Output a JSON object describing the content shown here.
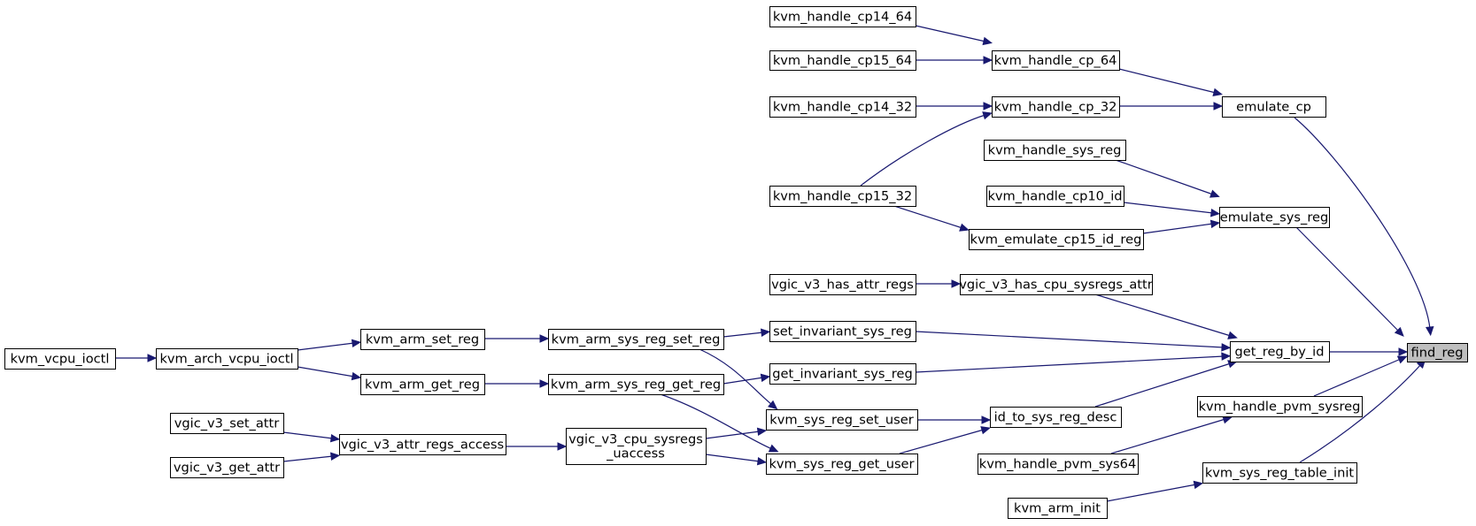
{
  "diagram": {
    "type": "call-graph",
    "colors": {
      "edge": "#191970",
      "root_fill": "#bfbfbf",
      "node_fill": "#ffffff",
      "border": "#000000"
    },
    "nodes": [
      {
        "id": "find_reg",
        "label": "find_reg",
        "root": true
      },
      {
        "id": "emulate_cp",
        "label": "emulate_cp"
      },
      {
        "id": "kvm_handle_cp_64",
        "label": "kvm_handle_cp_64"
      },
      {
        "id": "kvm_handle_cp14_64",
        "label": "kvm_handle_cp14_64"
      },
      {
        "id": "kvm_handle_cp15_64",
        "label": "kvm_handle_cp15_64"
      },
      {
        "id": "kvm_handle_cp_32",
        "label": "kvm_handle_cp_32"
      },
      {
        "id": "kvm_handle_cp14_32",
        "label": "kvm_handle_cp14_32"
      },
      {
        "id": "kvm_handle_cp15_32",
        "label": "kvm_handle_cp15_32"
      },
      {
        "id": "emulate_sys_reg",
        "label": "emulate_sys_reg"
      },
      {
        "id": "kvm_handle_sys_reg",
        "label": "kvm_handle_sys_reg"
      },
      {
        "id": "kvm_handle_cp10_id",
        "label": "kvm_handle_cp10_id"
      },
      {
        "id": "kvm_emulate_cp15_id_reg",
        "label": "kvm_emulate_cp15_id_reg"
      },
      {
        "id": "get_reg_by_id",
        "label": "get_reg_by_id"
      },
      {
        "id": "vgic_v3_has_cpu_sysregs_attr",
        "label": "vgic_v3_has_cpu_sysregs_attr"
      },
      {
        "id": "vgic_v3_has_attr_regs",
        "label": "vgic_v3_has_attr_regs"
      },
      {
        "id": "set_invariant_sys_reg",
        "label": "set_invariant_sys_reg"
      },
      {
        "id": "kvm_arm_sys_reg_set_reg",
        "label": "kvm_arm_sys_reg_set_reg"
      },
      {
        "id": "kvm_arm_set_reg",
        "label": "kvm_arm_set_reg"
      },
      {
        "id": "kvm_arch_vcpu_ioctl",
        "label": "kvm_arch_vcpu_ioctl"
      },
      {
        "id": "kvm_vcpu_ioctl",
        "label": "kvm_vcpu_ioctl"
      },
      {
        "id": "get_invariant_sys_reg",
        "label": "get_invariant_sys_reg"
      },
      {
        "id": "kvm_arm_sys_reg_get_reg",
        "label": "kvm_arm_sys_reg_get_reg"
      },
      {
        "id": "kvm_arm_get_reg",
        "label": "kvm_arm_get_reg"
      },
      {
        "id": "id_to_sys_reg_desc",
        "label": "id_to_sys_reg_desc"
      },
      {
        "id": "kvm_sys_reg_set_user",
        "label": "kvm_sys_reg_set_user"
      },
      {
        "id": "kvm_sys_reg_get_user",
        "label": "kvm_sys_reg_get_user"
      },
      {
        "id": "vgic_v3_cpu_sysregs_uaccess",
        "label": [
          "vgic_v3_cpu_sysregs",
          "_uaccess"
        ]
      },
      {
        "id": "vgic_v3_attr_regs_access",
        "label": "vgic_v3_attr_regs_access"
      },
      {
        "id": "vgic_v3_set_attr",
        "label": "vgic_v3_set_attr"
      },
      {
        "id": "vgic_v3_get_attr",
        "label": "vgic_v3_get_attr"
      },
      {
        "id": "kvm_handle_pvm_sysreg",
        "label": "kvm_handle_pvm_sysreg"
      },
      {
        "id": "kvm_handle_pvm_sys64",
        "label": "kvm_handle_pvm_sys64"
      },
      {
        "id": "kvm_sys_reg_table_init",
        "label": "kvm_sys_reg_table_init"
      },
      {
        "id": "kvm_arm_init",
        "label": "kvm_arm_init"
      }
    ],
    "edges": [
      {
        "from": "emulate_cp",
        "to": "find_reg"
      },
      {
        "from": "kvm_handle_cp_64",
        "to": "emulate_cp"
      },
      {
        "from": "kvm_handle_cp14_64",
        "to": "kvm_handle_cp_64"
      },
      {
        "from": "kvm_handle_cp15_64",
        "to": "kvm_handle_cp_64"
      },
      {
        "from": "kvm_handle_cp_32",
        "to": "emulate_cp"
      },
      {
        "from": "kvm_handle_cp14_32",
        "to": "kvm_handle_cp_32"
      },
      {
        "from": "kvm_handle_cp15_32",
        "to": "kvm_handle_cp_32"
      },
      {
        "from": "emulate_sys_reg",
        "to": "find_reg"
      },
      {
        "from": "kvm_handle_sys_reg",
        "to": "emulate_sys_reg"
      },
      {
        "from": "kvm_handle_cp10_id",
        "to": "emulate_sys_reg"
      },
      {
        "from": "kvm_emulate_cp15_id_reg",
        "to": "emulate_sys_reg"
      },
      {
        "from": "kvm_handle_cp15_32",
        "to": "kvm_emulate_cp15_id_reg"
      },
      {
        "from": "get_reg_by_id",
        "to": "find_reg"
      },
      {
        "from": "vgic_v3_has_cpu_sysregs_attr",
        "to": "get_reg_by_id"
      },
      {
        "from": "vgic_v3_has_attr_regs",
        "to": "vgic_v3_has_cpu_sysregs_attr"
      },
      {
        "from": "set_invariant_sys_reg",
        "to": "get_reg_by_id"
      },
      {
        "from": "kvm_arm_sys_reg_set_reg",
        "to": "set_invariant_sys_reg"
      },
      {
        "from": "kvm_arm_set_reg",
        "to": "kvm_arm_sys_reg_set_reg"
      },
      {
        "from": "kvm_arch_vcpu_ioctl",
        "to": "kvm_arm_set_reg"
      },
      {
        "from": "kvm_vcpu_ioctl",
        "to": "kvm_arch_vcpu_ioctl"
      },
      {
        "from": "get_invariant_sys_reg",
        "to": "get_reg_by_id"
      },
      {
        "from": "kvm_arm_sys_reg_get_reg",
        "to": "get_invariant_sys_reg"
      },
      {
        "from": "kvm_arm_get_reg",
        "to": "kvm_arm_sys_reg_get_reg"
      },
      {
        "from": "kvm_arch_vcpu_ioctl",
        "to": "kvm_arm_get_reg"
      },
      {
        "from": "id_to_sys_reg_desc",
        "to": "get_reg_by_id"
      },
      {
        "from": "kvm_sys_reg_set_user",
        "to": "id_to_sys_reg_desc"
      },
      {
        "from": "kvm_arm_sys_reg_set_reg",
        "to": "kvm_sys_reg_set_user"
      },
      {
        "from": "kvm_sys_reg_get_user",
        "to": "id_to_sys_reg_desc"
      },
      {
        "from": "kvm_arm_sys_reg_get_reg",
        "to": "kvm_sys_reg_get_user"
      },
      {
        "from": "vgic_v3_cpu_sysregs_uaccess",
        "to": "kvm_sys_reg_set_user"
      },
      {
        "from": "vgic_v3_cpu_sysregs_uaccess",
        "to": "kvm_sys_reg_get_user"
      },
      {
        "from": "vgic_v3_attr_regs_access",
        "to": "vgic_v3_cpu_sysregs_uaccess"
      },
      {
        "from": "vgic_v3_set_attr",
        "to": "vgic_v3_attr_regs_access"
      },
      {
        "from": "vgic_v3_get_attr",
        "to": "vgic_v3_attr_regs_access"
      },
      {
        "from": "kvm_handle_pvm_sysreg",
        "to": "find_reg"
      },
      {
        "from": "kvm_handle_pvm_sys64",
        "to": "kvm_handle_pvm_sysreg"
      },
      {
        "from": "kvm_sys_reg_table_init",
        "to": "find_reg"
      },
      {
        "from": "kvm_arm_init",
        "to": "kvm_sys_reg_table_init"
      }
    ]
  }
}
